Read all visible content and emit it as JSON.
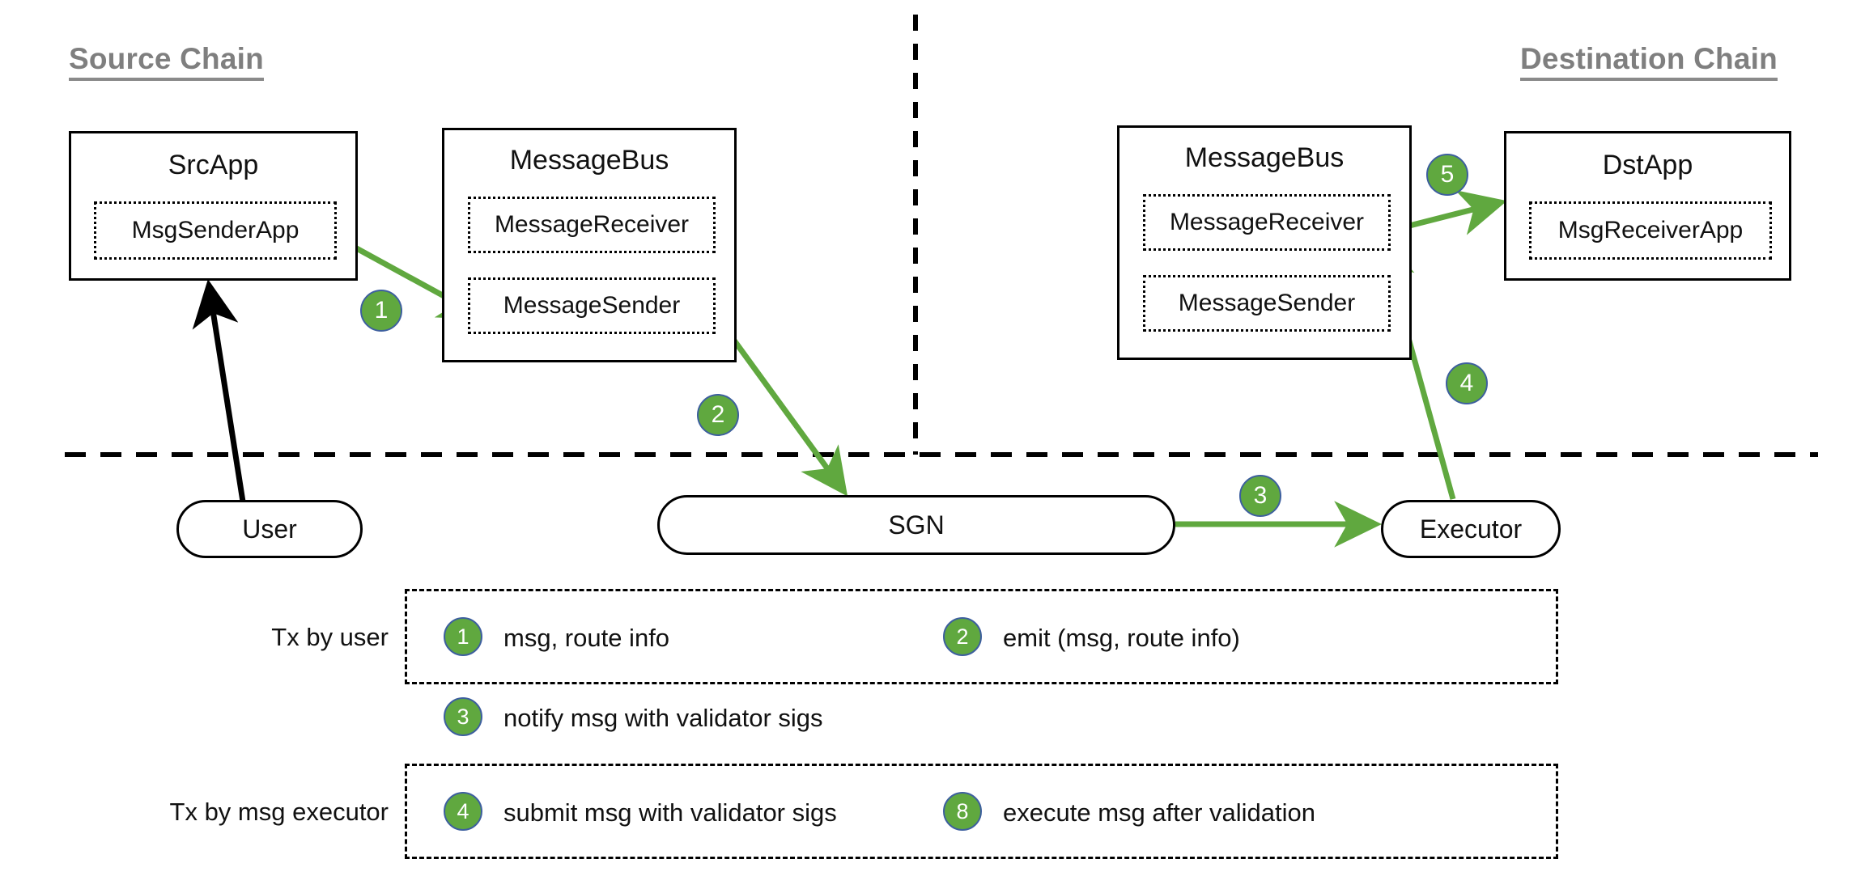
{
  "diagram": {
    "title_source": "Source Chain",
    "title_destination": "Destination Chain",
    "accent_green": "#60a83f",
    "badge_ring": "#3d5f9e",
    "chain_title_color": "#7f7f7f",
    "arrow_black": "#000000"
  },
  "source_chain": {
    "src_app": {
      "title": "SrcApp",
      "sub": "MsgSenderApp"
    },
    "message_bus": {
      "title": "MessageBus",
      "sub_receiver": "MessageReceiver",
      "sub_sender": "MessageSender"
    }
  },
  "destination_chain": {
    "message_bus": {
      "title": "MessageBus",
      "sub_receiver": "MessageReceiver",
      "sub_sender": "MessageSender"
    },
    "dst_app": {
      "title": "DstApp",
      "sub": "MsgReceiverApp"
    }
  },
  "offchain": {
    "user": "User",
    "sgn": "SGN",
    "executor": "Executor"
  },
  "flow_badges": [
    {
      "id": "badge-1",
      "label": "1"
    },
    {
      "id": "badge-2",
      "label": "2"
    },
    {
      "id": "badge-3",
      "label": "3"
    },
    {
      "id": "badge-4",
      "label": "4"
    },
    {
      "id": "badge-5",
      "label": "5"
    }
  ],
  "legend": {
    "row1_label": "Tx by user",
    "row3_label": "",
    "row4_label": "Tx by msg executor",
    "items": [
      {
        "num": "1",
        "text": "msg, route info"
      },
      {
        "num": "2",
        "text": "emit (msg, route info)"
      },
      {
        "num": "3",
        "text": "notify msg with validator sigs"
      },
      {
        "num": "4",
        "text": "submit msg with validator sigs"
      },
      {
        "num": "8",
        "text": "execute msg after validation"
      }
    ]
  }
}
